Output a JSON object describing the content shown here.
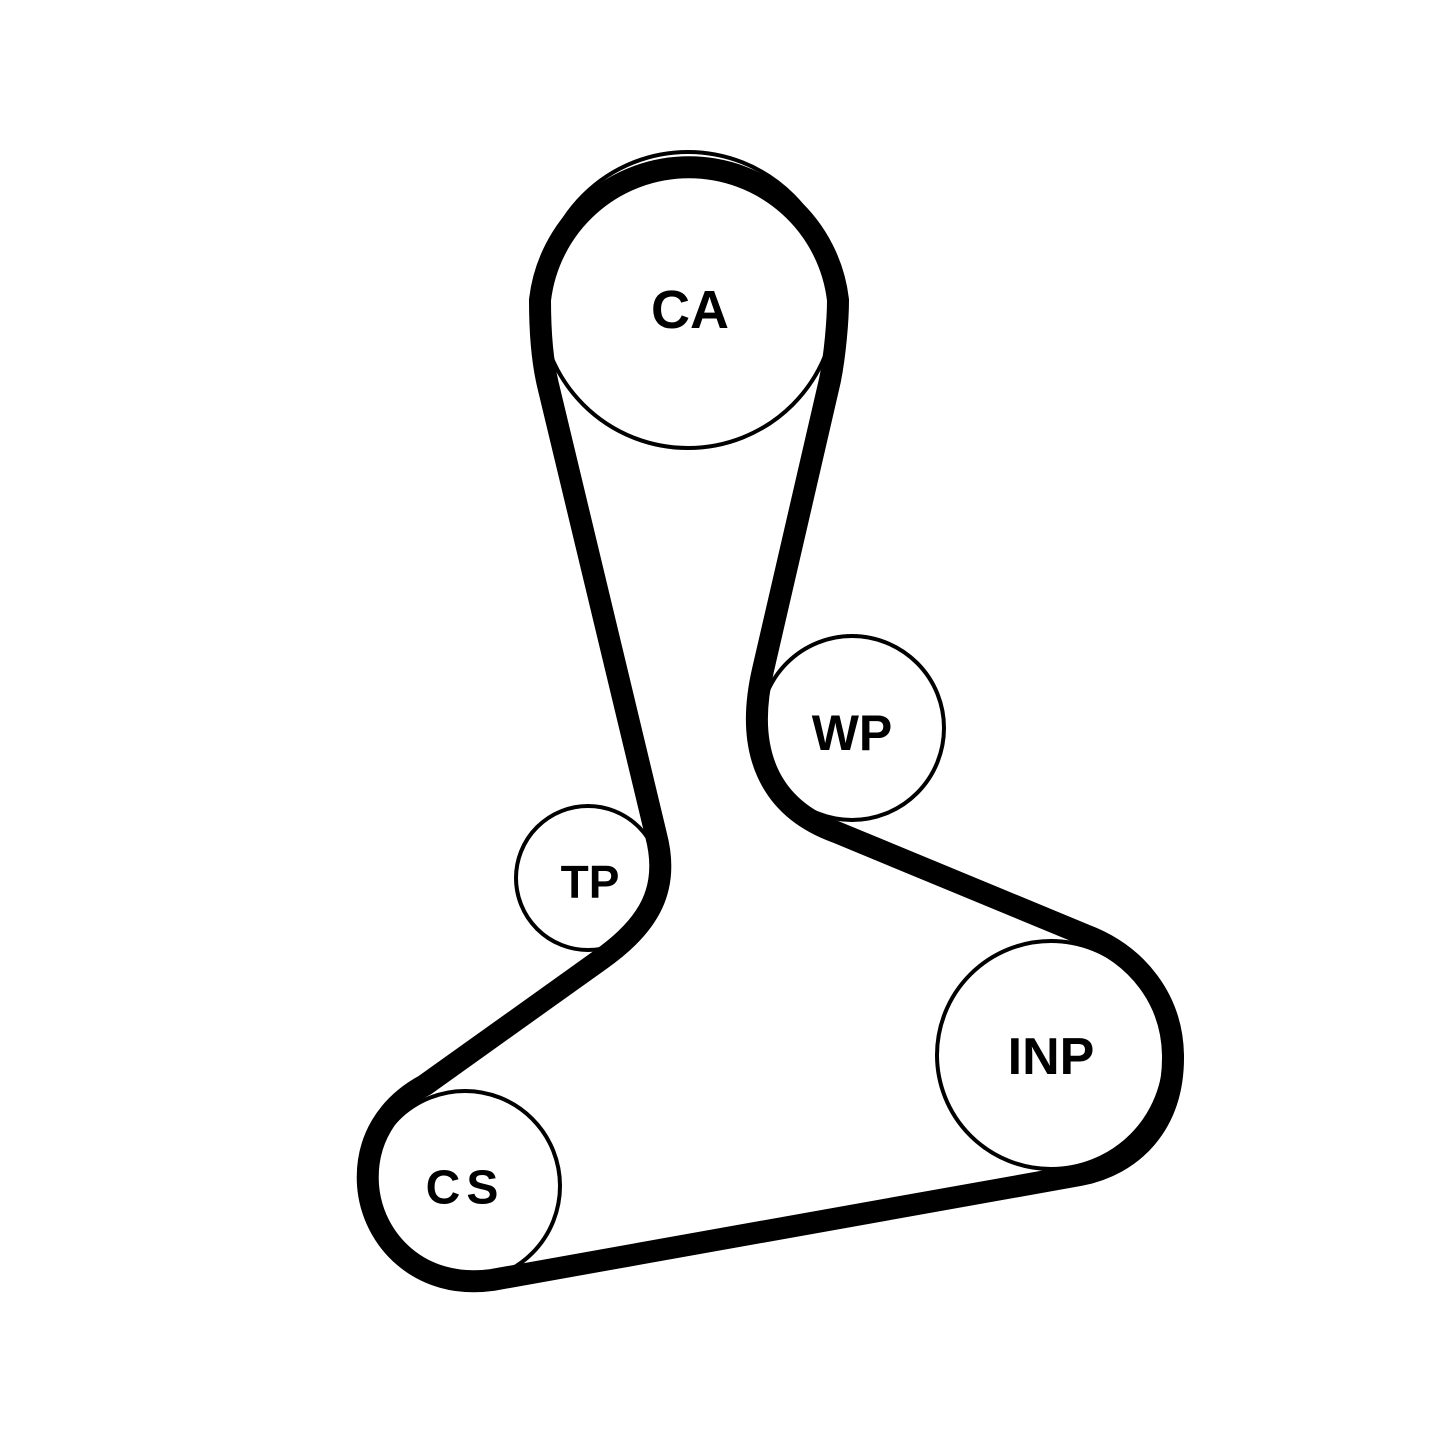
{
  "diagram": {
    "colors": {
      "belt": "#000000",
      "pulley_stroke": "#000000",
      "background": "#ffffff"
    },
    "pulleys": [
      {
        "id": "ca",
        "label": "CA"
      },
      {
        "id": "wp",
        "label": "WP"
      },
      {
        "id": "tp",
        "label": "TP"
      },
      {
        "id": "inp",
        "label": "INP"
      },
      {
        "id": "cs",
        "label": "CS"
      }
    ]
  }
}
